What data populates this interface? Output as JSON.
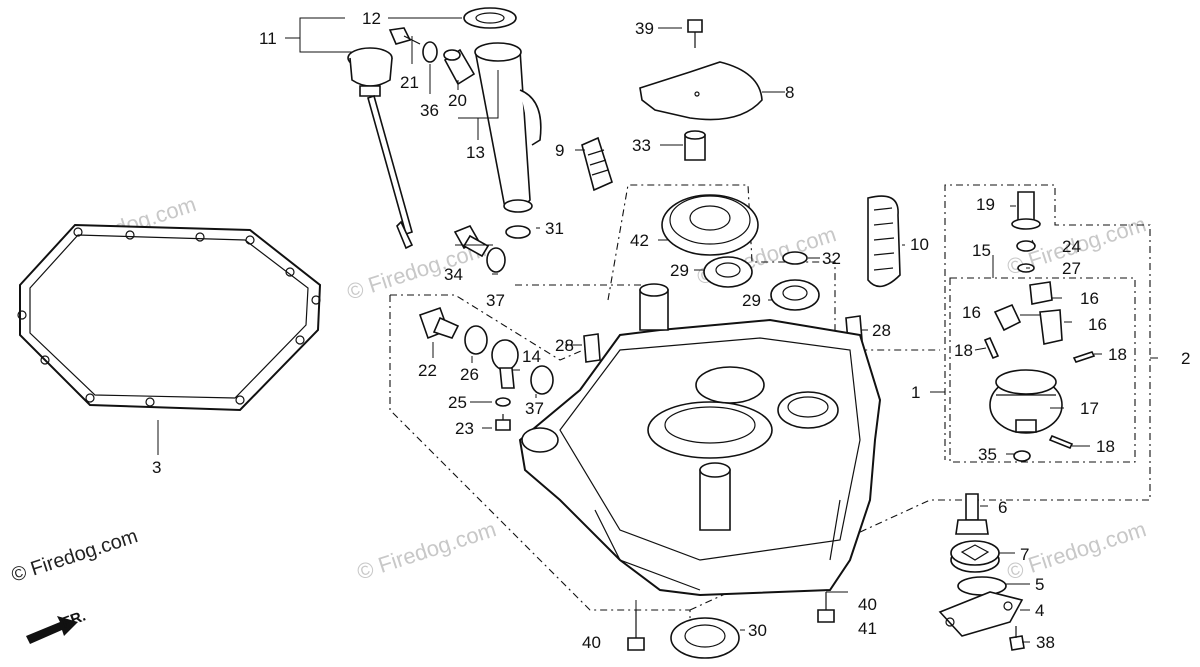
{
  "watermark": "© Firedog.com",
  "brand": "© Firedog.com",
  "direction_label": "FR.",
  "callouts": {
    "p1": "1",
    "p2": "2",
    "p3": "3",
    "p4": "4",
    "p5": "5",
    "p6": "6",
    "p7": "7",
    "p8": "8",
    "p9": "9",
    "p10": "10",
    "p11": "11",
    "p12": "12",
    "p13": "13",
    "p14": "14",
    "p15": "15",
    "p16a": "16",
    "p16b": "16",
    "p16c": "16",
    "p17": "17",
    "p18a": "18",
    "p18b": "18",
    "p18c": "18",
    "p19": "19",
    "p20": "20",
    "p21": "21",
    "p22": "22",
    "p23": "23",
    "p24": "24",
    "p25": "25",
    "p26": "26",
    "p27": "27",
    "p28a": "28",
    "p28b": "28",
    "p29a": "29",
    "p29b": "29",
    "p30": "30",
    "p31": "31",
    "p32": "32",
    "p33": "33",
    "p34": "34",
    "p35": "35",
    "p36": "36",
    "p37a": "37",
    "p37b": "37",
    "p38": "38",
    "p39": "39",
    "p40a": "40",
    "p40b": "40",
    "p41": "41",
    "p42": "42"
  }
}
